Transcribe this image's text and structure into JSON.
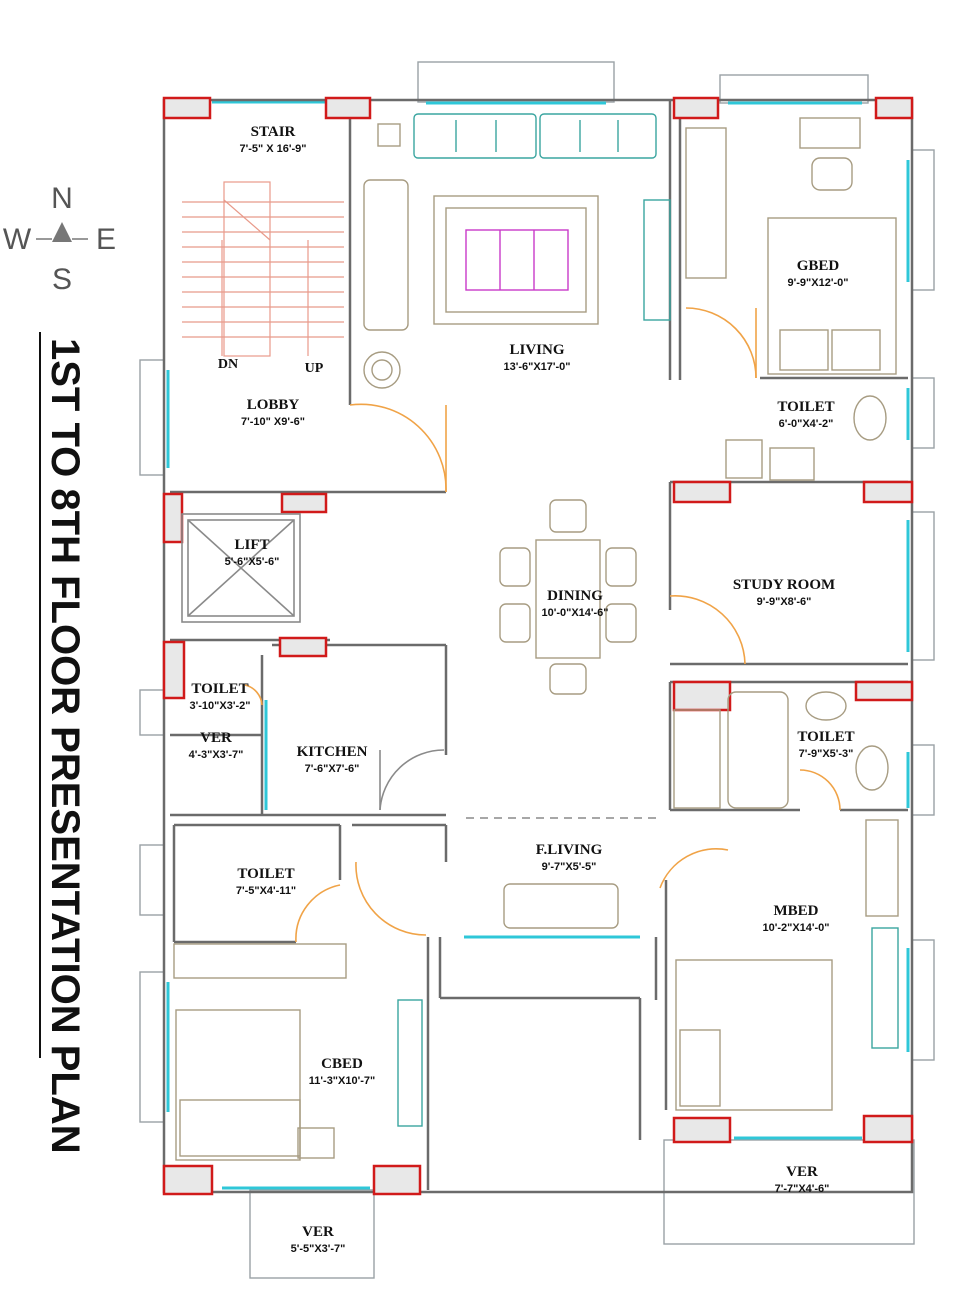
{
  "title": "1ST TO 8TH FLOOR PRESENTATION PLAN",
  "compass": {
    "north": "N",
    "south": "S",
    "east": "E",
    "west": "W"
  },
  "stair_labels": {
    "down": "DN",
    "up": "UP"
  },
  "rooms": [
    {
      "name": "STAIR",
      "dim": "7'-5\" X 16'-9\""
    },
    {
      "name": "LOBBY",
      "dim": "7'-10\" X9'-6\""
    },
    {
      "name": "LIVING",
      "dim": "13'-6\"X17'-0\""
    },
    {
      "name": "GBED",
      "dim": "9'-9\"X12'-0\""
    },
    {
      "name": "TOILET",
      "dim": "6'-0\"X4'-2\""
    },
    {
      "name": "LIFT",
      "dim": "5'-6\"X5'-6\""
    },
    {
      "name": "DINING",
      "dim": "10'-0\"X14'-6\""
    },
    {
      "name": "STUDY ROOM",
      "dim": "9'-9\"X8'-6\""
    },
    {
      "name": "TOILET",
      "dim": "3'-10\"X3'-2\""
    },
    {
      "name": "VER",
      "dim": "4'-3\"X3'-7\""
    },
    {
      "name": "KITCHEN",
      "dim": "7'-6\"X7'-6\""
    },
    {
      "name": "TOILET",
      "dim": "7'-9\"X5'-3\""
    },
    {
      "name": "F.LIVING",
      "dim": "9'-7\"X5'-5\""
    },
    {
      "name": "TOILET",
      "dim": "7'-5\"X4'-11\""
    },
    {
      "name": "MBED",
      "dim": "10'-2\"X14'-0\""
    },
    {
      "name": "CBED",
      "dim": "11'-3\"X10'-7\""
    },
    {
      "name": "VER",
      "dim": "7'-7\"X4'-6\""
    },
    {
      "name": "VER",
      "dim": "5'-5\"X3'-7\""
    }
  ],
  "colors": {
    "wall": "#6b6b6b",
    "glass": "#2fc7d8",
    "door": "#f0a347",
    "column": "#d11a1a",
    "furniture": "#a79c82",
    "stair": "#e89a8a"
  }
}
